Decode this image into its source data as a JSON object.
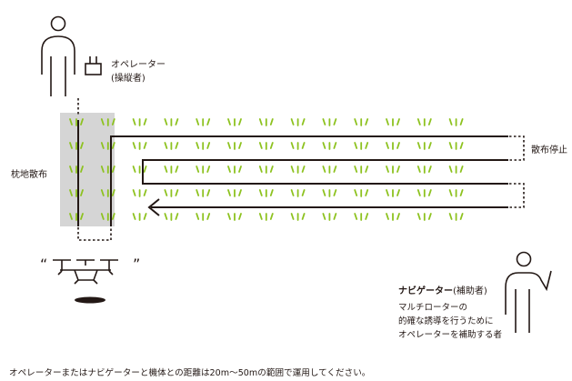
{
  "operator": {
    "title": "オペレーター",
    "subtitle": "(操縦者)"
  },
  "navigator": {
    "title": "ナビゲーター",
    "title_suffix": "(補助者)",
    "description": [
      "マルチローターの",
      "的確な誘導を行うために",
      "オペレーターを補助する者"
    ]
  },
  "labels": {
    "headland_spraying": "枕地散布",
    "spray_stop": "散布停止"
  },
  "drone_quote_open": "“",
  "drone_quote_close": "”",
  "footer_note": "オペレーターまたはナビゲーターと機体との距離は20m〜50mの範囲で運用してください。",
  "field": {
    "rows": 5,
    "columns": 13
  },
  "colors": {
    "crop": "#8dc21f",
    "headland": "#d5d5d5",
    "line": "#231815"
  },
  "icons": [
    "person-icon",
    "controller-icon",
    "drone-icon",
    "flight-path-arrow-icon"
  ]
}
